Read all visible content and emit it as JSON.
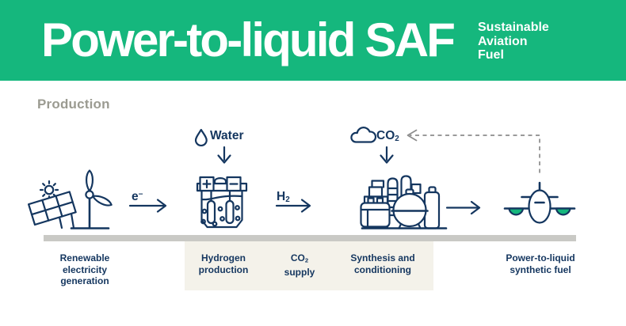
{
  "header": {
    "title": "Power-to-liquid SAF",
    "subtitle_lines": [
      "Sustainable",
      "Aviation",
      "Fuel"
    ]
  },
  "section": {
    "title": "Production"
  },
  "flow": {
    "water_label": "Water",
    "co2_label": {
      "base": "CO",
      "sub": "2"
    },
    "electron_label": {
      "base": "e",
      "sup": "−"
    },
    "h2_label": {
      "base": "H",
      "sub": "2"
    }
  },
  "stages": {
    "renewable": {
      "lines": [
        "Renewable",
        "electricity",
        "generation"
      ]
    },
    "hydrogen_production": {
      "lines": [
        "Hydrogen",
        "production"
      ]
    },
    "co2_supply": {
      "line1_base": "CO",
      "line1_sub": "2",
      "line2": "supply"
    },
    "synthesis": {
      "lines": [
        "Synthesis and",
        "conditioning"
      ]
    },
    "ptl_fuel": {
      "lines": [
        "Power-to-liquid",
        "synthetic fuel"
      ]
    }
  },
  "icons": {
    "renewable": "renewable-energy-icon",
    "sun": "sun-icon",
    "solar_panel": "solar-panel-icon",
    "wind_turbine": "wind-turbine-icon",
    "water": "water-drop-icon",
    "electrolyzer": "electrolyzer-icon",
    "co2_cloud": "cloud-icon",
    "synthesis_plant": "synthesis-plant-icon",
    "airplane": "airplane-icon"
  },
  "colors": {
    "green": "#15B77D",
    "navy": "#14365F",
    "ground": "#C9C9C5",
    "highlight": "#F4F2EA",
    "section_gray": "#9B9B91",
    "dashed": "#8C8C8C"
  }
}
